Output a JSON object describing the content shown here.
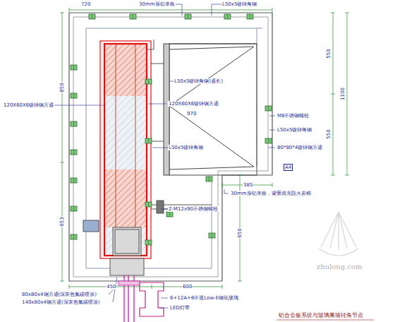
{
  "diagram": {
    "labels": [
      "720",
      "30mm厚铝单板",
      "L50x5镀锌角钢",
      "550",
      "1100",
      "550",
      "M8不锈钢螺栓",
      "120X60X6镀锌钢方通",
      "120X60X6镀锌钢方通",
      "L50x5镀锌角钢(通长)",
      "970",
      "L50x5镀锌角钢",
      "L50x5镀锌角钢",
      "80*80*4镀锌钢方通",
      "850",
      "653",
      "30mm厚铝单板，背面填充防火岩棉",
      "385",
      "2-M12x90不锈钢螺栓",
      "650",
      "450",
      "600",
      "80x80x4钢方通(深灰色氟碳喷涂)",
      "140x80x4钢方通(深灰色氟碳喷涂)",
      "6+12A+6中透Low-E钢化玻璃",
      "LED灯带",
      "铝合金板系统与玻璃幕墙转角节点",
      "A4",
      "zhulong.com"
    ]
  }
}
